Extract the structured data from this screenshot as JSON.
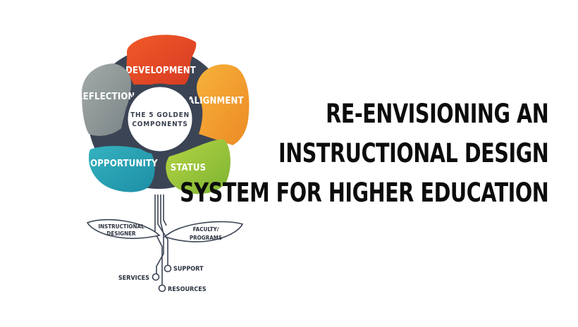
{
  "diagram": {
    "center": {
      "line1": "THE 5 GOLDEN",
      "line2": "COMPONENTS"
    },
    "petals": [
      {
        "label": "DEVELOPMENT",
        "color": "#e8462a"
      },
      {
        "label": "ALIGNMENT",
        "color": "#f29a2e"
      },
      {
        "label": "STATUS",
        "color": "#9cc73b"
      },
      {
        "label": "OPPORTUNITY",
        "color": "#2aa3b3"
      },
      {
        "label": "REFLECTION",
        "color": "#8d9596"
      }
    ],
    "hub_color": "#3b4454",
    "leaves": {
      "left": {
        "line1": "INSTRUCTIONAL",
        "line2": "DESIGNER"
      },
      "right": {
        "line1": "FACULTY/",
        "line2": "PROGRAMS"
      }
    },
    "roots": {
      "support": "SUPPORT",
      "services": "SERVICES",
      "resources": "RESOURCES"
    }
  },
  "headline": {
    "line1": "RE-ENVISIONING AN",
    "line2": "INSTRUCTIONAL DESIGN",
    "line3": "SYSTEM FOR HIGHER EDUCATION"
  }
}
